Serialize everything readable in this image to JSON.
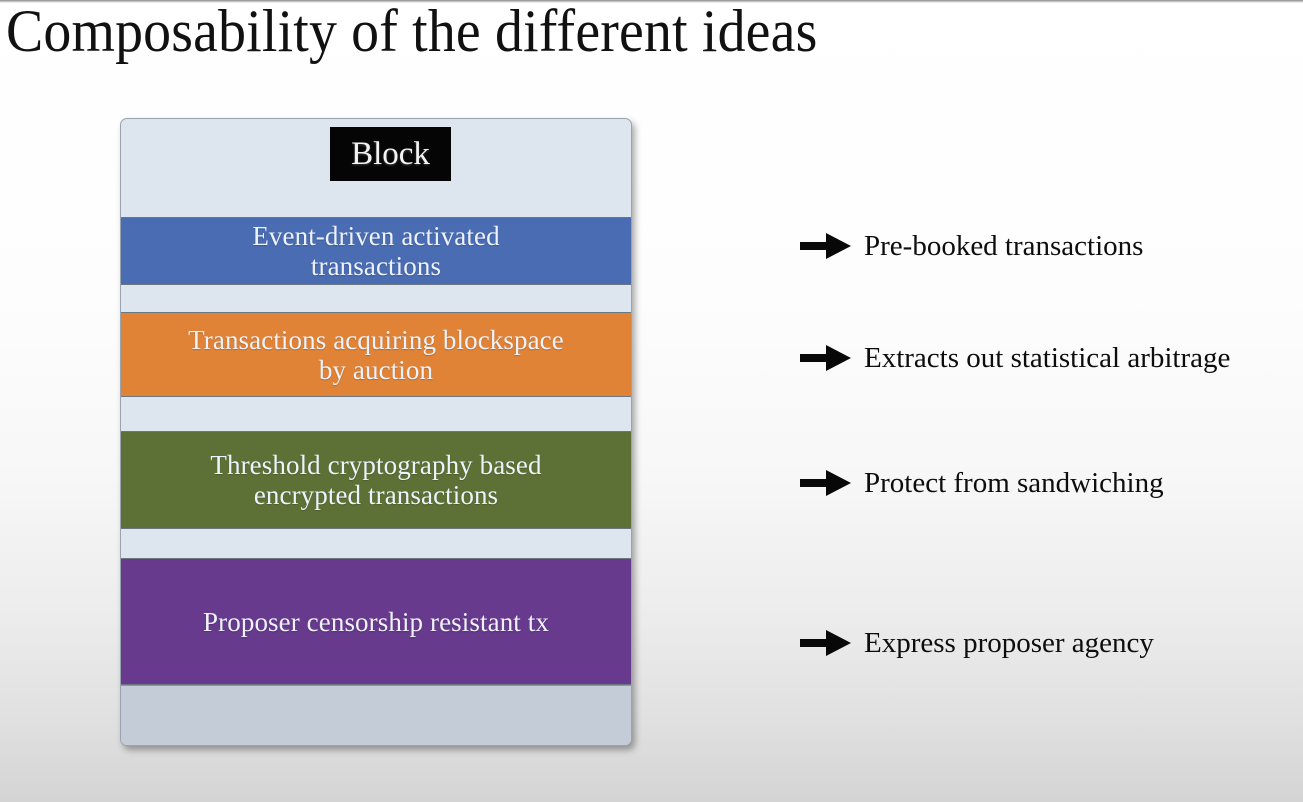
{
  "slide": {
    "title": "Composability of the different ideas",
    "background_top_color": "#ffffff",
    "background_bottom_color": "#d4d4d4"
  },
  "block_stack": {
    "container_color": "#dde5ef",
    "chip": {
      "label": "Block",
      "background_color": "#050505",
      "text_color": "#f3f3f3"
    },
    "bands": [
      {
        "id": "band-blue",
        "label": "Event-driven activated transactions",
        "line1": "Event-driven activated",
        "line2": "transactions",
        "color": "#4a6cb3"
      },
      {
        "id": "band-orange",
        "label": "Transactions acquiring blockspace by auction",
        "line1": "Transactions acquiring blockspace",
        "line2": "by auction",
        "color": "#e08337"
      },
      {
        "id": "band-green",
        "label": "Threshold cryptography based encrypted transactions",
        "line1": "Threshold cryptography based",
        "line2": "encrypted transactions",
        "color": "#5d7136"
      },
      {
        "id": "band-purple",
        "label": "Proposer censorship resistant tx",
        "line1": "Proposer censorship resistant tx",
        "line2": "",
        "color": "#683a8e"
      }
    ],
    "bottom_strip_color": "#c4ccd7"
  },
  "notes": [
    {
      "icon": "right-arrow-icon",
      "label": "Pre-booked transactions"
    },
    {
      "icon": "right-arrow-icon",
      "label": "Extracts out statistical arbitrage"
    },
    {
      "icon": "right-arrow-icon",
      "label": "Protect from sandwiching"
    },
    {
      "icon": "right-arrow-icon",
      "label": "Express proposer agency"
    }
  ]
}
